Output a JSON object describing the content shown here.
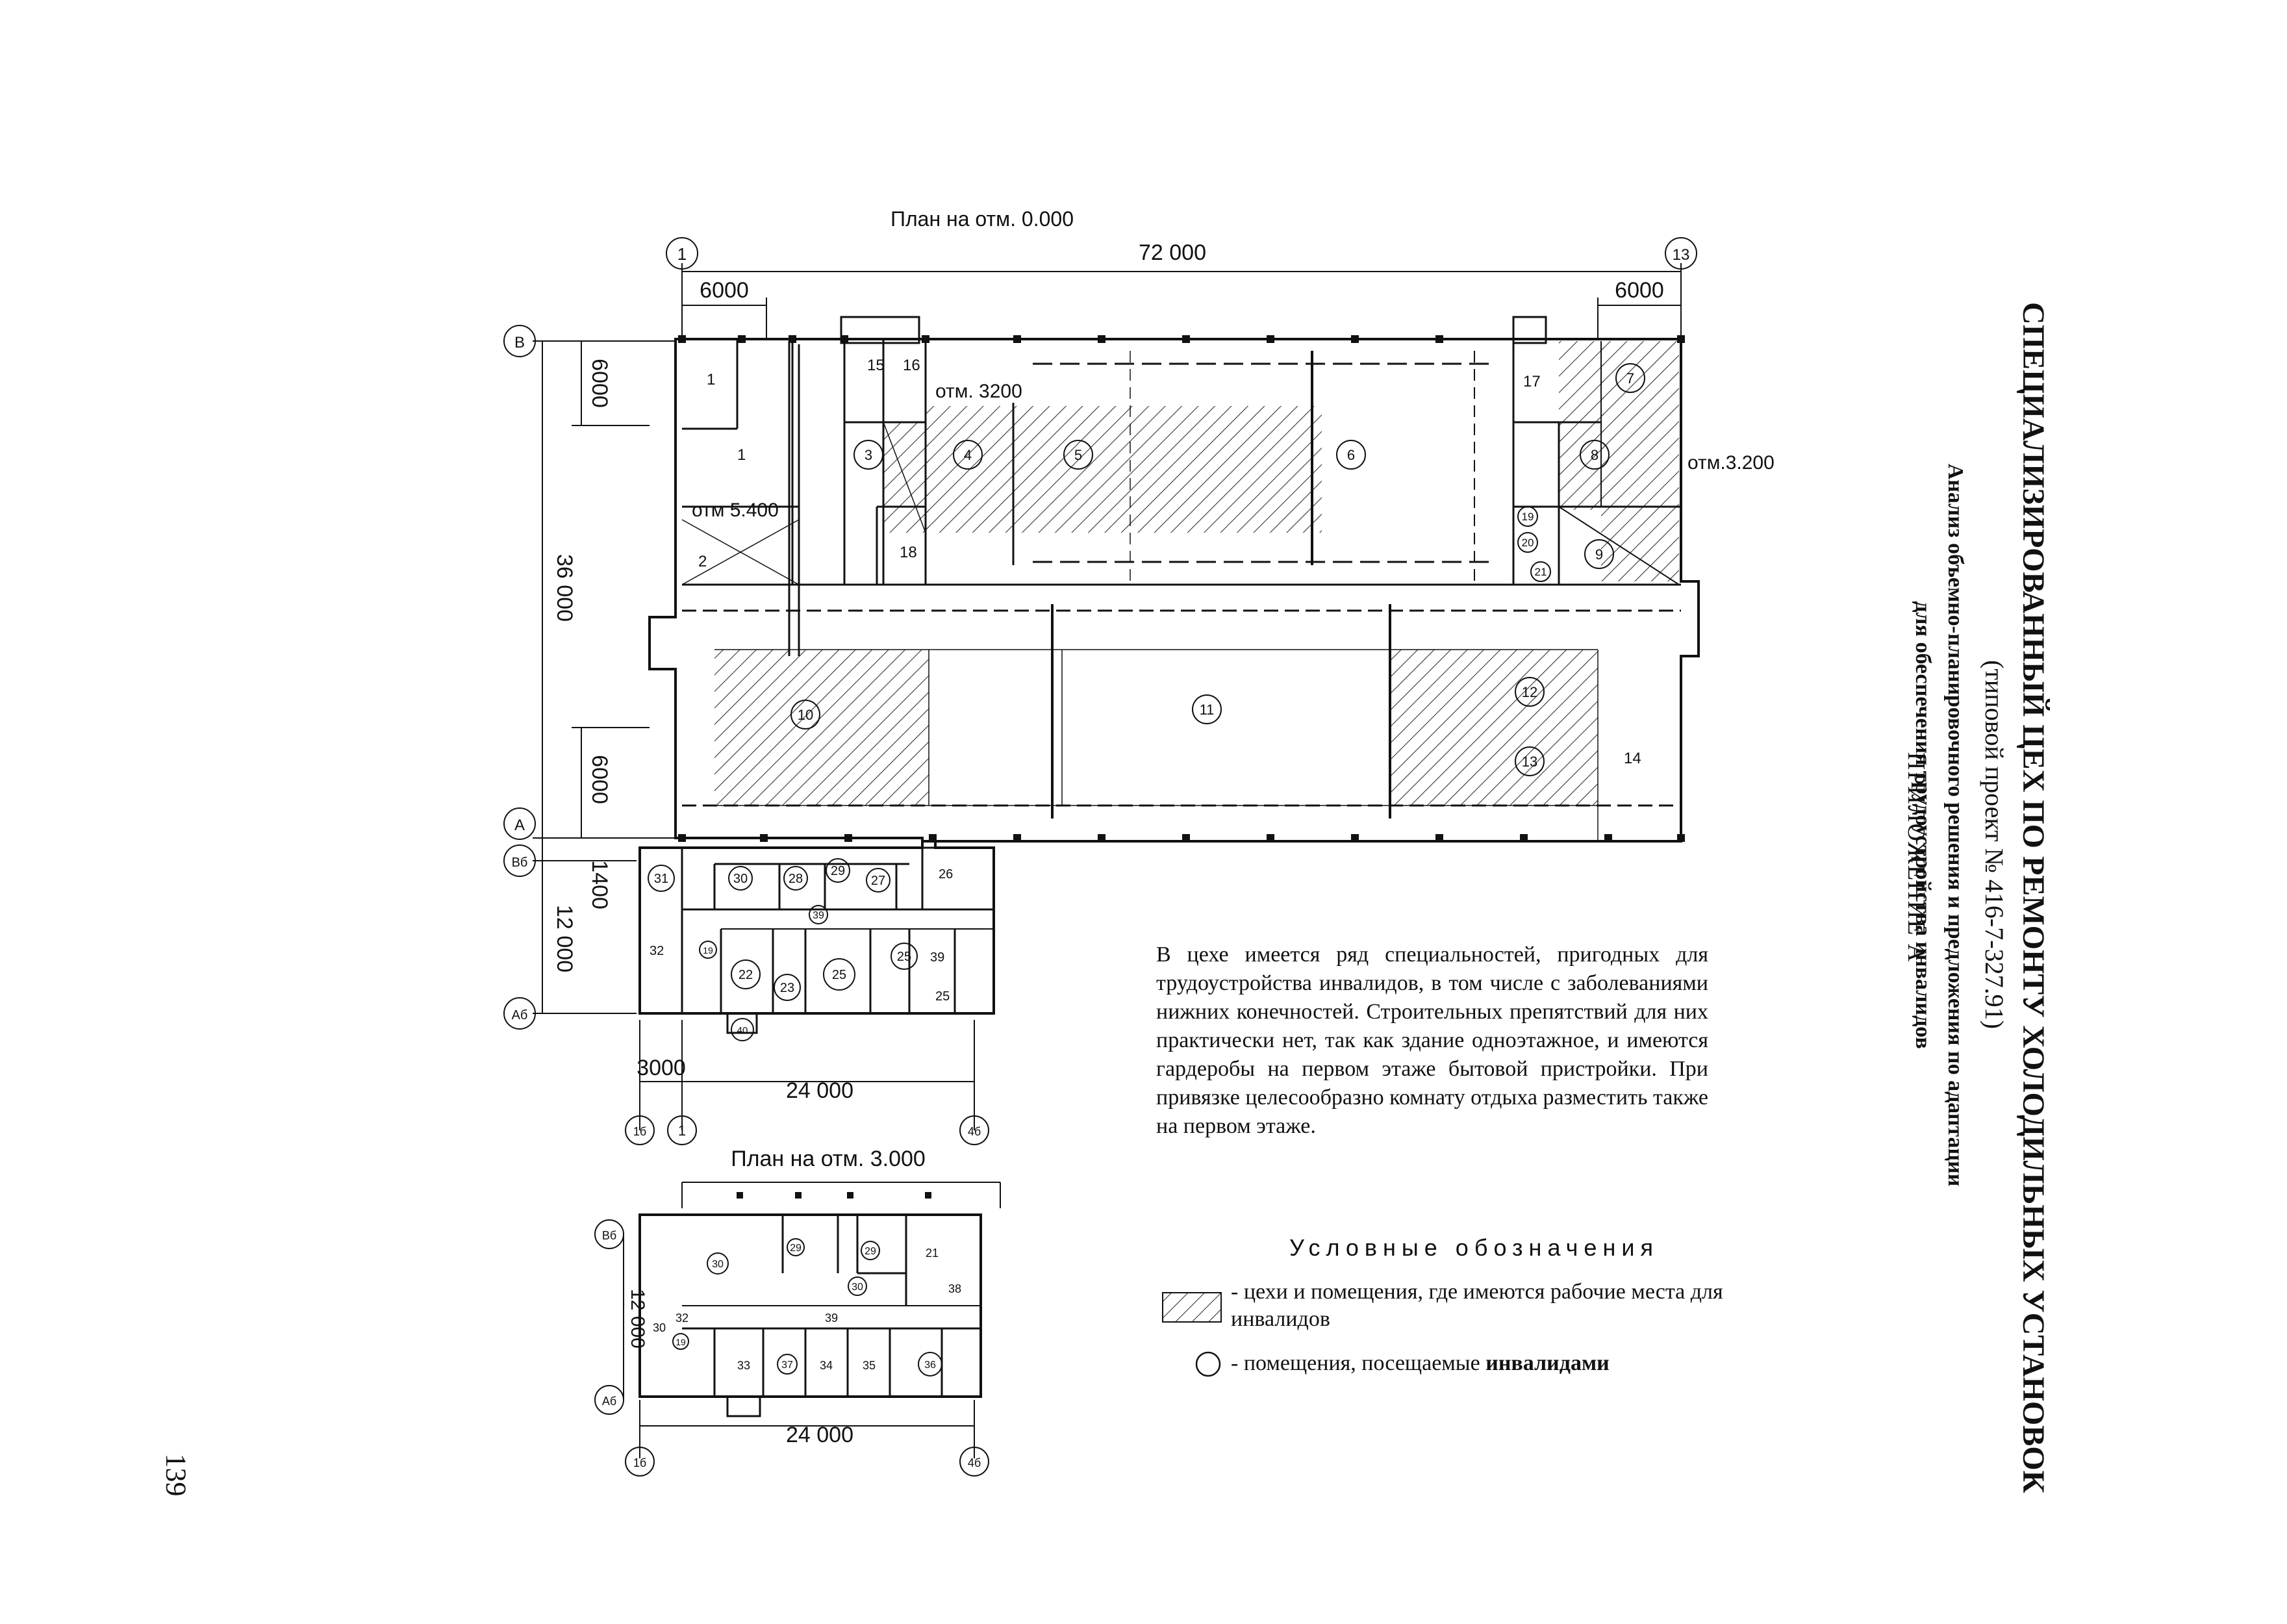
{
  "header": {
    "appendix": "ПРИЛОЖЕНИЕ А",
    "title": "СПЕЦИАЛИЗИРОВАННЫЙ ЦЕХ ПО РЕМОНТУ ХОЛОДИЛЬНЫХ УСТАНОВОК",
    "subtitle": "(типовой проект № 416-7-327.91)",
    "analysis_line1": "Анализ объемно-планировочного решения и предложения по адаптации",
    "analysis_line2": "для обеспечения трудоустройства инвалидов"
  },
  "plan_ground": {
    "title": "План на отм. 0.000",
    "dims": {
      "overall": "72 000",
      "left_bay": "6000",
      "right_bay": "6000",
      "top_bay_v": "6000",
      "depth": "36 000",
      "bottom_bay_v": "6000",
      "annex_gap": "1400",
      "annex_depth": "12 000",
      "annex_small": "3000",
      "annex_width": "24 000"
    },
    "levels": {
      "lv_5400": "отм 5.400",
      "lv_3200": "отм. 3200",
      "lv_3200b": "отм.3.200"
    },
    "axes": {
      "a1": "1",
      "a13": "13",
      "aB": "В",
      "aA": "А",
      "aBb": "Вб",
      "aAb": "Аб",
      "a1b": "1б",
      "a1c": "1",
      "a4b": "4б"
    },
    "rooms_plain": {
      "r1a": "1",
      "r1b": "1",
      "r2": "2",
      "r14": "14",
      "r15": "15",
      "r16": "16",
      "r17": "17",
      "r18": "18",
      "r26": "26",
      "r32": "32",
      "r39": "39",
      "r25": "25"
    },
    "rooms_circled": {
      "c3": "3",
      "c4": "4",
      "c5": "5",
      "c6": "6",
      "c7": "7",
      "c8": "8",
      "c9": "9",
      "c10": "10",
      "c11": "11",
      "c12": "12",
      "c13": "13",
      "c19": "19",
      "c20": "20",
      "c21": "21",
      "c31": "31",
      "c30": "30",
      "c29": "29",
      "c28": "28",
      "c27": "27",
      "c39": "39",
      "c22": "22",
      "c23": "23",
      "c25a": "25",
      "c25b": "25",
      "c40": "40"
    }
  },
  "plan_upper": {
    "title": "План на отм. 3.000",
    "dims": {
      "depth": "12 000",
      "width": "24 000"
    },
    "axes": {
      "aBb": "Вб",
      "aAb": "Аб",
      "a1b": "1б",
      "a4b": "4б"
    },
    "rooms_plain": {
      "r21": "21",
      "r38": "38",
      "r39": "39",
      "r32": "32",
      "r30": "30",
      "r33": "33",
      "r34": "34",
      "r35": "35"
    },
    "rooms_circled": {
      "c30a": "30",
      "c29a": "29",
      "c29b": "29",
      "c30b": "30",
      "c19": "19",
      "c37": "37",
      "c36": "36"
    }
  },
  "paragraph": "В цехе имеется ряд специальностей, пригодных для трудоустройства инвалидов, в том числе с заболеваниями нижних конечностей. Строительных препятствий для них практически нет, так как здание одноэтажное, и имеются гардеробы на первом этаже бытовой пристройки. При привязке целесообразно комнату отдыха разместить также на первом этаже.",
  "legend": {
    "title": "Условные обозначения",
    "hatch_label": "- цехи и помещения, где имеются рабочие места для инвалидов",
    "circle_label_prefix": "- помещения, посещаемые ",
    "circle_label_bold": "инвалидами"
  },
  "page_number": "139"
}
